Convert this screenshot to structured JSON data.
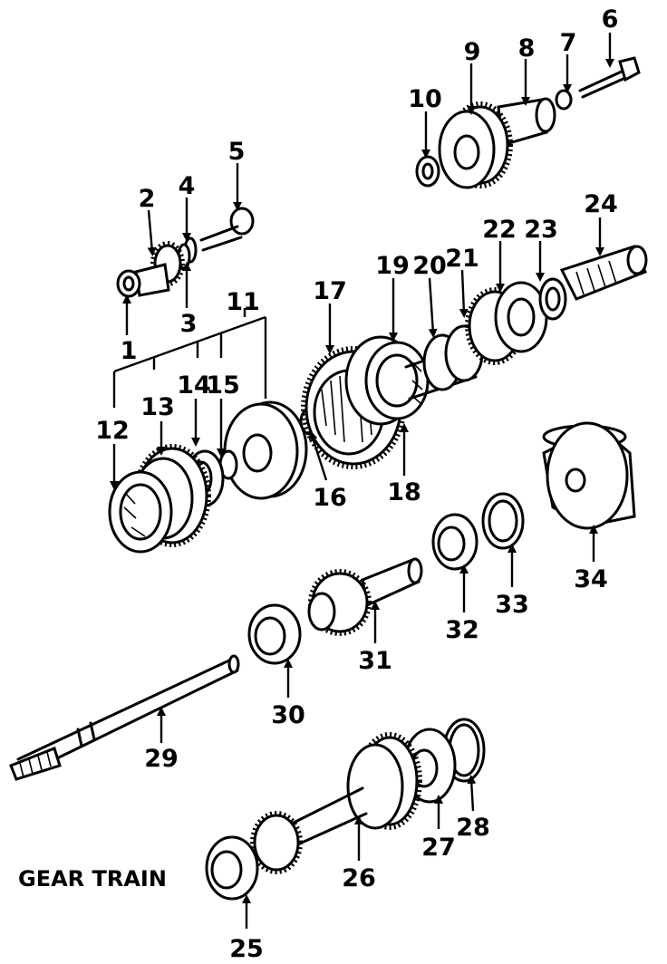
{
  "caption": "GEAR TRAIN",
  "callouts": [
    "1",
    "2",
    "3",
    "4",
    "5",
    "6",
    "7",
    "8",
    "9",
    "10",
    "11",
    "12",
    "13",
    "14",
    "15",
    "16",
    "17",
    "18",
    "19",
    "20",
    "21",
    "22",
    "23",
    "24",
    "25",
    "26",
    "27",
    "28",
    "29",
    "30",
    "31",
    "32",
    "33",
    "34"
  ],
  "colors": {
    "ink": "#000000",
    "paper": "#ffffff"
  }
}
